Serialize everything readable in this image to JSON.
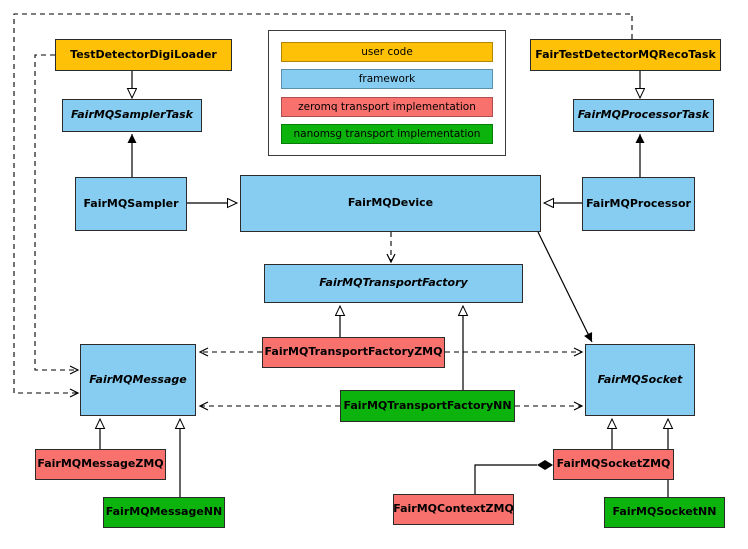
{
  "palette": {
    "user_code": "#ffc107",
    "framework": "#87cdf2",
    "zeromq": "#f9716d",
    "nanomsg": "#0cb30c"
  },
  "legend": {
    "items": [
      {
        "label": "user code"
      },
      {
        "label": "framework"
      },
      {
        "label": "zeromq transport implementation"
      },
      {
        "label": "nanomsg transport implementation"
      }
    ]
  },
  "nodes": {
    "digiLoader": {
      "label": "TestDetectorDigiLoader",
      "category": "user_code",
      "abstract": false
    },
    "recoTask": {
      "label": "FairTestDetectorMQRecoTask",
      "category": "user_code",
      "abstract": false
    },
    "samplerTask": {
      "label": "FairMQSamplerTask",
      "category": "framework",
      "abstract": true
    },
    "processorTask": {
      "label": "FairMQProcessorTask",
      "category": "framework",
      "abstract": true
    },
    "sampler": {
      "label": "FairMQSampler",
      "category": "framework",
      "abstract": false
    },
    "device": {
      "label": "FairMQDevice",
      "category": "framework",
      "abstract": false
    },
    "processor": {
      "label": "FairMQProcessor",
      "category": "framework",
      "abstract": false
    },
    "transportFactory": {
      "label": "FairMQTransportFactory",
      "category": "framework",
      "abstract": true
    },
    "transportFactoryZMQ": {
      "label": "FairMQTransportFactoryZMQ",
      "category": "zeromq",
      "abstract": false
    },
    "transportFactoryNN": {
      "label": "FairMQTransportFactoryNN",
      "category": "nanomsg",
      "abstract": false
    },
    "message": {
      "label": "FairMQMessage",
      "category": "framework",
      "abstract": true
    },
    "socket": {
      "label": "FairMQSocket",
      "category": "framework",
      "abstract": true
    },
    "messageZMQ": {
      "label": "FairMQMessageZMQ",
      "category": "zeromq",
      "abstract": false
    },
    "messageNN": {
      "label": "FairMQMessageNN",
      "category": "nanomsg",
      "abstract": false
    },
    "contextZMQ": {
      "label": "FairMQContextZMQ",
      "category": "zeromq",
      "abstract": false
    },
    "socketZMQ": {
      "label": "FairMQSocketZMQ",
      "category": "zeromq",
      "abstract": false
    },
    "socketNN": {
      "label": "FairMQSocketNN",
      "category": "nanomsg",
      "abstract": false
    }
  },
  "edges": [
    {
      "from": "TestDetectorDigiLoader",
      "to": "FairMQSamplerTask",
      "kind": "inheritance"
    },
    {
      "from": "FairTestDetectorMQRecoTask",
      "to": "FairMQProcessorTask",
      "kind": "inheritance"
    },
    {
      "from": "FairMQSampler",
      "to": "FairMQSamplerTask",
      "kind": "association"
    },
    {
      "from": "FairMQProcessor",
      "to": "FairMQProcessorTask",
      "kind": "association"
    },
    {
      "from": "FairMQSampler",
      "to": "FairMQDevice",
      "kind": "inheritance"
    },
    {
      "from": "FairMQProcessor",
      "to": "FairMQDevice",
      "kind": "inheritance"
    },
    {
      "from": "FairMQDevice",
      "to": "FairMQTransportFactory",
      "kind": "dependency"
    },
    {
      "from": "FairMQDevice",
      "to": "FairMQSocket",
      "kind": "association"
    },
    {
      "from": "FairMQTransportFactoryZMQ",
      "to": "FairMQTransportFactory",
      "kind": "inheritance"
    },
    {
      "from": "FairMQTransportFactoryNN",
      "to": "FairMQTransportFactory",
      "kind": "inheritance"
    },
    {
      "from": "FairMQTransportFactoryZMQ",
      "to": "FairMQMessage",
      "kind": "dependency"
    },
    {
      "from": "FairMQTransportFactoryZMQ",
      "to": "FairMQSocket",
      "kind": "dependency"
    },
    {
      "from": "FairMQTransportFactoryNN",
      "to": "FairMQMessage",
      "kind": "dependency"
    },
    {
      "from": "FairMQTransportFactoryNN",
      "to": "FairMQSocket",
      "kind": "dependency"
    },
    {
      "from": "FairMQMessageZMQ",
      "to": "FairMQMessage",
      "kind": "inheritance"
    },
    {
      "from": "FairMQMessageNN",
      "to": "FairMQMessage",
      "kind": "inheritance"
    },
    {
      "from": "FairMQSocketZMQ",
      "to": "FairMQSocket",
      "kind": "inheritance"
    },
    {
      "from": "FairMQSocketNN",
      "to": "FairMQSocket",
      "kind": "inheritance"
    },
    {
      "from": "FairMQContextZMQ",
      "to": "FairMQSocketZMQ",
      "kind": "composition"
    },
    {
      "from": "TestDetectorDigiLoader",
      "to": "FairMQMessage",
      "kind": "dependency"
    },
    {
      "from": "FairTestDetectorMQRecoTask",
      "to": "FairMQMessage",
      "kind": "dependency"
    }
  ]
}
